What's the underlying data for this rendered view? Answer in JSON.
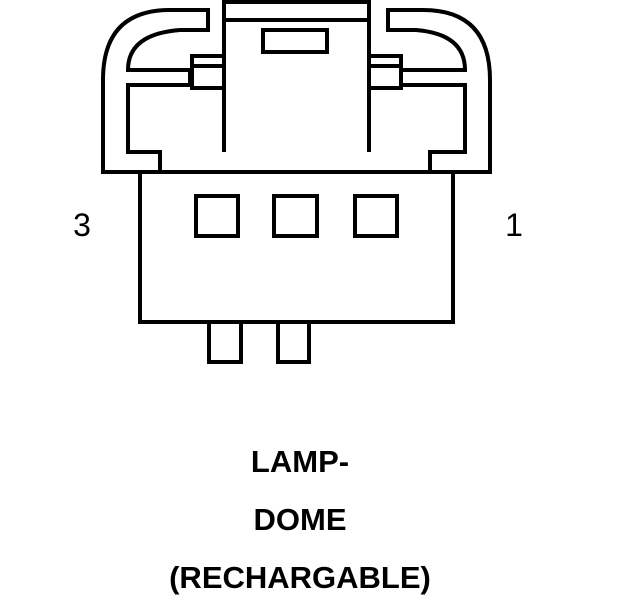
{
  "connector": {
    "pin_left_label": "3",
    "pin_right_label": "1",
    "cavity_count": 3,
    "line_color": "#000000",
    "background_color": "#ffffff"
  },
  "caption": {
    "line1": "LAMP-",
    "line2": "DOME",
    "line3": "(RECHARGABLE)"
  }
}
